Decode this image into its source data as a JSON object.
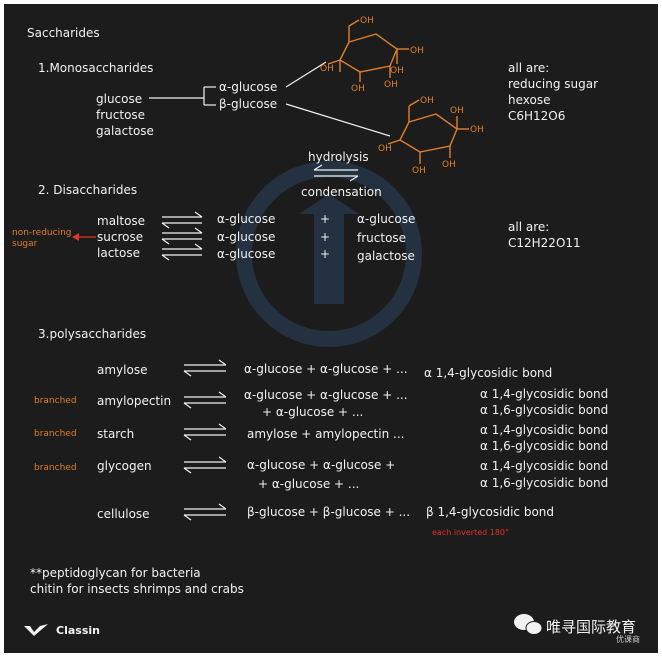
{
  "title": "Saccharides",
  "mono": {
    "heading": "1.Monosaccharides",
    "list": [
      "glucose",
      "fructose",
      "galactose"
    ],
    "alpha": "α-glucose",
    "beta": "β-glucose",
    "all_are": "all are:",
    "props": [
      "reducing sugar",
      "hexose",
      "C6H12O6"
    ],
    "oh": "OH"
  },
  "reaction": {
    "hydrolysis": "hydrolysis",
    "condensation": "condensation"
  },
  "di": {
    "heading": "2. Disaccharides",
    "names": [
      "maltose",
      "sucrose",
      "lactose"
    ],
    "first": [
      "α-glucose",
      "α-glucose",
      "α-glucose"
    ],
    "second": [
      "α-glucose",
      "fructose",
      "galactose"
    ],
    "plus": "+",
    "note": [
      "non-reducing",
      "sugar"
    ],
    "all_are": "all are:",
    "formula": "C12H22O11"
  },
  "poly": {
    "heading": "3.polysaccharides",
    "branched": "branched",
    "amylose": {
      "name": "amylose",
      "comp": "α-glucose  +  α-glucose  +  ...",
      "bond": "α 1,4-glycosidic bond"
    },
    "amylopectin": {
      "name": "amylopectin",
      "comp1": "α-glucose + α-glucose + ...",
      "comp2": "+ α-glucose + ...",
      "bond1": "α 1,4-glycosidic bond",
      "bond2": "α 1,6-glycosidic bond"
    },
    "starch": {
      "name": "starch",
      "comp": "amylose + amylopectin ...",
      "bond1": "α 1,4-glycosidic bond",
      "bond2": "α 1,6-glycosidic bond"
    },
    "glycogen": {
      "name": "glycogen",
      "comp1": "α-glucose  +  α-glucose  +",
      "comp2": "+ α-glucose + ...",
      "bond1": "α 1,4-glycosidic bond",
      "bond2": "α 1,6-glycosidic bond"
    },
    "cellulose": {
      "name": "cellulose",
      "comp": "β-glucose  +  β-glucose  +  ...",
      "bond": "β 1,4-glycosidic bond",
      "note": "each inverted 180°"
    }
  },
  "footer": {
    "line1": "**peptidoglycan for bacteria",
    "line2": "chitin for insects shrimps and crabs",
    "logo": "Classin",
    "brand": "唯寻国际教育",
    "brand_sub": "优课商"
  },
  "colors": {
    "background": "#1c1c1c",
    "text": "#f2f2f2",
    "accent": "#e07f2b",
    "note": "#e0332d"
  }
}
